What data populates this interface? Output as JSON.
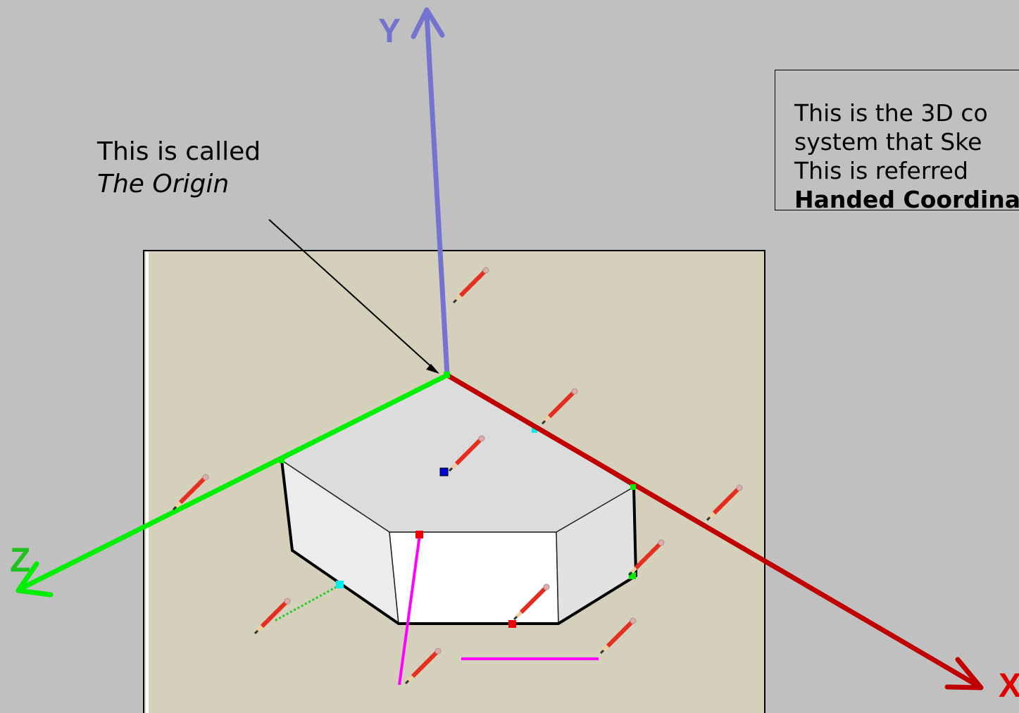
{
  "axes": {
    "y": {
      "label": "Y",
      "color": "#7474d0"
    },
    "x": {
      "label": "X",
      "color": "#c00000"
    },
    "z": {
      "label": "Z",
      "color": "#1fc21f"
    }
  },
  "origin_callout": {
    "line1": "This is called",
    "line2": "The Origin"
  },
  "info_box": {
    "line1": "This is the 3D co",
    "line2": "system that Ske",
    "line3": "This is referred",
    "line4": "Handed Coordina"
  },
  "colors": {
    "background": "#c0c0c0",
    "viewport": "#d4d0bc",
    "x_axis": "#c00000",
    "y_axis": "#7474d0",
    "z_axis": "#00ee00",
    "guide_line": "#ff00ff"
  },
  "icons": [
    "pencil-icon",
    "inference-point-icon"
  ]
}
